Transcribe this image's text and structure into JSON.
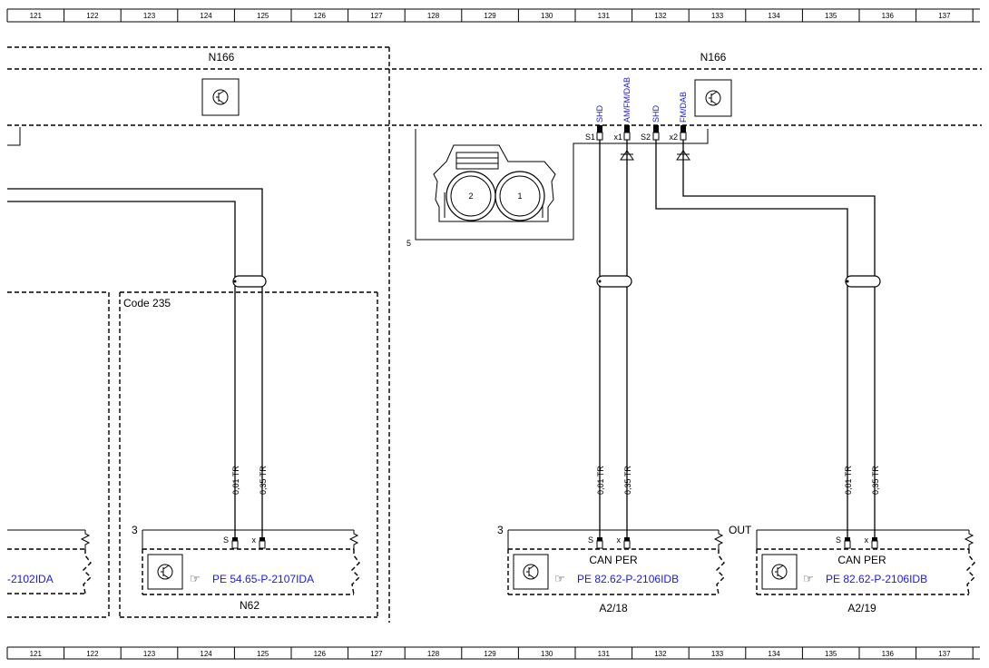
{
  "ruler": {
    "numbers": [
      "121",
      "122",
      "123",
      "124",
      "125",
      "126",
      "127",
      "128",
      "129",
      "130",
      "131",
      "132",
      "133",
      "134",
      "135",
      "136",
      "137"
    ]
  },
  "modules": {
    "n166_left_title": "N166",
    "n166_right_title": "N166",
    "code_label": "Code 235",
    "n62_label": "N62",
    "a218_label": "A2/18",
    "a219_label": "A2/19"
  },
  "connector": {
    "pin_label": "5",
    "socket_1": "1",
    "socket_2": "2"
  },
  "pins": {
    "s1": "S1",
    "x1": "x1",
    "s2": "S2",
    "x2": "x2",
    "shd_1": "SHD",
    "amfmdab": "AM/FM/DAB",
    "shd_2": "SHD",
    "fmdab": "FM/DAB"
  },
  "wires": {
    "w_001_a": "0,01 TR",
    "w_035_a": "0,35 TR",
    "w_001_b": "0,01 TR",
    "w_035_b": "0,35 TR",
    "w_001_c": "0,01 TR",
    "w_035_c": "0,35 TR"
  },
  "terminals": {
    "n62_num": "3",
    "a218_num": "3",
    "out": "OUT",
    "n62_s": "S",
    "n62_x": "x",
    "a218_s": "S",
    "a218_x": "x",
    "a219_s": "S",
    "a219_x": "x"
  },
  "refs": {
    "left_partial": "-2102IDA",
    "n62_ref": "PE 54.65-P-2107IDA",
    "a218_ref": "PE 82.62-P-2106IDB",
    "a219_ref": "PE 82.62-P-2106IDB"
  },
  "bus": {
    "a218_bus": "CAN PER",
    "a219_bus": "CAN PER"
  },
  "colors": {
    "link_blue": "#1a1ae0",
    "line": "#000000"
  }
}
